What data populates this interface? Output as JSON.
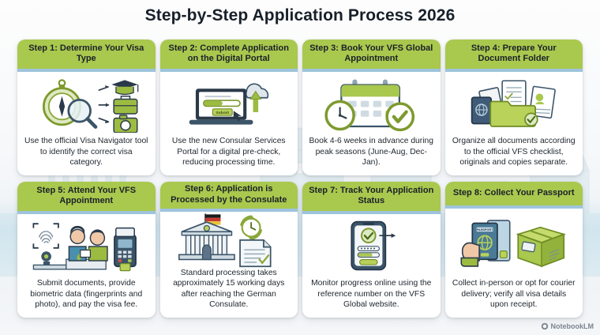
{
  "page": {
    "title": "Step-by-Step Application Process 2026",
    "watermark": "NotebookLM",
    "watermark_icon": "notebooklm-logo-icon",
    "background_motif": "german-landmarks-skyline-watermark"
  },
  "colors": {
    "header_green": "#a9c84e",
    "divider_blue": "#9ec4dc",
    "card_white": "#ffffff",
    "text_dark": "#1a2129",
    "accent_olive": "#8aa83a",
    "outline_navy": "#2b3a4a",
    "skyline_tint": "#cfe3ea"
  },
  "cards": [
    {
      "header": "Step 1: Determine Your Visa Type",
      "body": "Use the official Visa Navigator tool to identify the correct visa category.",
      "art_name": "compass-magnifier-visa-categories-illustration",
      "art_icons": [
        "compass-icon",
        "magnifying-glass-icon",
        "graduation-cap-icon",
        "briefcase-icon",
        "camera-icon"
      ]
    },
    {
      "header": "Step 2: Complete Application on the Digital Portal",
      "body": "Use the new Consular Services Portal for a digital pre-check, reducing processing time.",
      "art_name": "laptop-cloud-upload-submit-illustration",
      "art_icons": [
        "laptop-icon",
        "cloud-upload-icon",
        "submit-button-icon",
        "cursor-icon"
      ],
      "art_label": "Submit"
    },
    {
      "header": "Step 3: Book Your VFS Global Appointment",
      "body": "Book 4-6 weeks in advance during peak seasons (June-Aug, Dec-Jan).",
      "art_name": "calendar-clock-check-illustration",
      "art_icons": [
        "calendar-icon",
        "clock-icon",
        "check-circle-icon"
      ]
    },
    {
      "header": "Step 4: Prepare Your Document Folder",
      "body": "Organize all documents according to the official VFS checklist, originals and copies separate.",
      "art_name": "passport-folder-documents-illustration",
      "art_icons": [
        "passport-icon",
        "folder-icon",
        "document-icon",
        "id-photo-document-icon",
        "check-circle-icon"
      ]
    },
    {
      "header": "Step 5: Attend Your VFS Appointment",
      "body": "Submit documents, provide biometric data (fingerprints and photo), and pay the visa fee.",
      "art_name": "biometrics-counter-payment-illustration",
      "art_icons": [
        "fingerprint-scan-icon",
        "applicant-person-icon",
        "officer-person-icon",
        "webcam-icon",
        "card-payment-terminal-icon"
      ]
    },
    {
      "header": "Step 6: Application is Processed by the Consulate",
      "body": "Standard processing takes approximately 15 working days after reaching the German Consulate.",
      "art_name": "consulate-building-processing-illustration",
      "art_icons": [
        "consulate-building-icon",
        "german-flag-icon",
        "clock-arrows-icon",
        "document-check-icon"
      ]
    },
    {
      "header": "Step 7: Track Your Application Status",
      "body": "Monitor progress online using the reference number on the VFS Global website.",
      "art_name": "smartphone-status-tracking-illustration",
      "art_icons": [
        "smartphone-icon",
        "check-circle-icon",
        "progress-bar-icon",
        "arrow-right-icon"
      ]
    },
    {
      "header": "Step 8: Collect Your Passport",
      "body": "Collect in-person or opt for courier delivery; verify all visa details upon receipt.",
      "art_name": "hand-passport-courier-box-illustration",
      "art_icons": [
        "hand-icon",
        "passport-icon",
        "courier-box-icon"
      ],
      "art_label": "PASSPORT"
    }
  ]
}
